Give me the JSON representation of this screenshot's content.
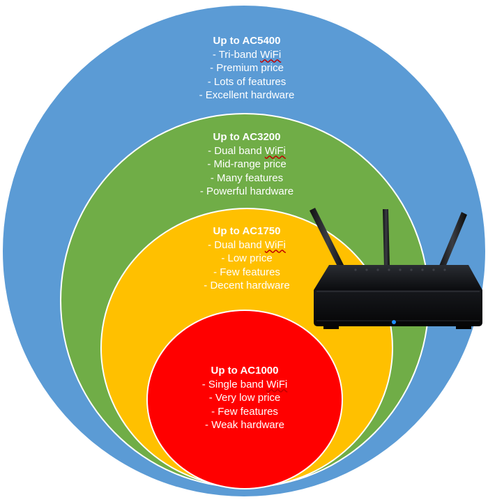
{
  "tiers": [
    {
      "title": "Up to AC5400",
      "band": "- Tri-band WiFi",
      "price": "- Premium price",
      "features": "- Lots of features",
      "hardware": "- Excellent hardware",
      "color": "#5b9bd5"
    },
    {
      "title": "Up to AC3200",
      "band": "- Dual band WiFi",
      "price": "- Mid-range price",
      "features": "- Many features",
      "hardware": "- Powerful hardware",
      "color": "#70ad47"
    },
    {
      "title": "Up to AC1750",
      "band": "- Dual band WiFi",
      "price": "- Low price",
      "features": "- Few features",
      "hardware": "- Decent hardware",
      "color": "#ffc000"
    },
    {
      "title": "Up to AC1000",
      "band": "- Single band WiFi",
      "price": "- Very low price",
      "features": "- Few features",
      "hardware": "- Weak hardware",
      "color": "#ff0000"
    }
  ],
  "image": {
    "icon": "wifi-router-icon"
  }
}
